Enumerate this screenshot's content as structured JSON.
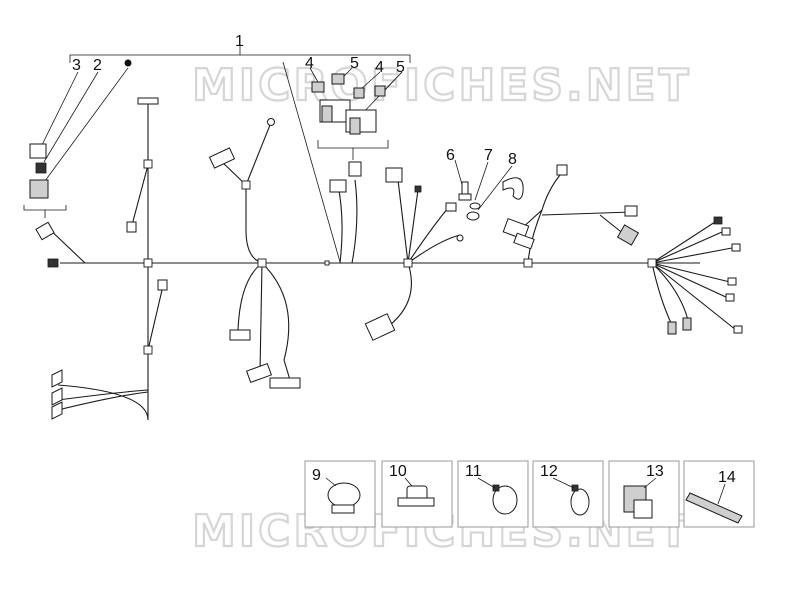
{
  "watermark": "MICROFICHES.NET",
  "callouts": {
    "c1": "1",
    "c2": "2",
    "c3": "3",
    "c4a": "4",
    "c4b": "4",
    "c5a": "5",
    "c5b": "5",
    "c6": "6",
    "c7": "7",
    "c8": "8",
    "c9": "9",
    "c10": "10",
    "c11": "11",
    "c12": "12",
    "c13": "13",
    "c14": "14"
  },
  "colors": {
    "line": "#1a1a1a",
    "watermark_outline": "#cfcfcf",
    "box_border": "#9a9a9a"
  },
  "icons": [
    "wiring-harness",
    "connector",
    "fuse",
    "relay",
    "screw",
    "washer",
    "nut",
    "clamp",
    "cable-tie",
    "clip",
    "sleeve"
  ]
}
